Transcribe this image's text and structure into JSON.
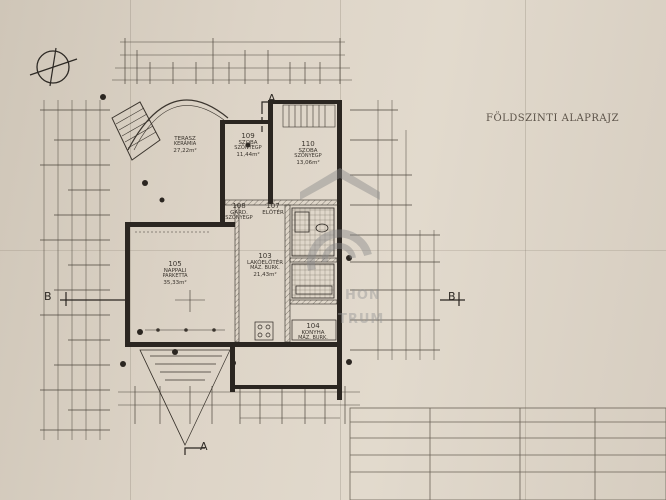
{
  "sheet_title": "FÖLDSZINTI ALAPRAJZ",
  "section_marks": {
    "a_top": "A",
    "a_bottom": "A",
    "b_left": "B",
    "b_right": "B"
  },
  "rooms": [
    {
      "id": "terasz",
      "number": "",
      "name": "TERASZ",
      "floor": "KERÁMIA",
      "area": "27,22m²"
    },
    {
      "id": "109",
      "number": "109",
      "name": "SZOBA",
      "floor": "SZŐNYEGP",
      "area": "11,44m²"
    },
    {
      "id": "110",
      "number": "110",
      "name": "SZOBA",
      "floor": "SZŐNYEGP",
      "area": "13,06m²"
    },
    {
      "id": "108",
      "number": "108",
      "name": "GARD.",
      "floor": "SZŐNYEGP",
      "area": ""
    },
    {
      "id": "107",
      "number": "107",
      "name": "ELŐTÉR",
      "floor": "",
      "area": ""
    },
    {
      "id": "105",
      "number": "105",
      "name": "NAPPALI",
      "floor": "PARKETTA",
      "area": "35,33m²"
    },
    {
      "id": "103",
      "number": "103",
      "name": "LAKÓELŐTÉR",
      "floor": "MÁZ. BURK.",
      "area": "21,43m²"
    },
    {
      "id": "104",
      "number": "104",
      "name": "KONYHA",
      "floor": "MÁZ. BURK.",
      "area": ""
    }
  ],
  "watermark": {
    "line1": "HON",
    "line2": "TRUM"
  }
}
